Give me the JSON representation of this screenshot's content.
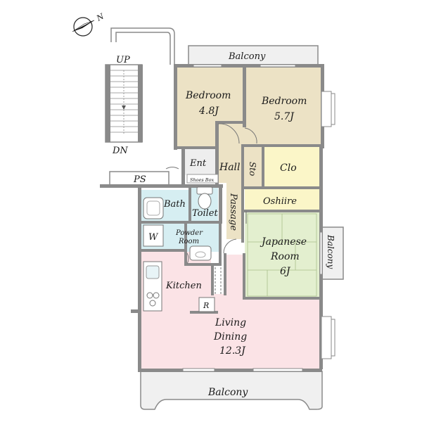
{
  "compass": {
    "north": "N"
  },
  "stairs": {
    "up": "UP",
    "down": "DN"
  },
  "balconies": {
    "top": "Balcony",
    "right": "Balcony",
    "bottom": "Balcony"
  },
  "rooms": {
    "bedroom_left": {
      "name": "Bedroom",
      "size": "4.8J"
    },
    "bedroom_right": {
      "name": "Bedroom",
      "size": "5.7J"
    },
    "entrance": "Ent",
    "hall": "Hall",
    "storage": "Sto",
    "closet": "Clo",
    "shoes_box": "Shoes Box",
    "ps": "PS",
    "bath": "Bath",
    "toilet": "Toilet",
    "passage": "Passage",
    "oshiire": "Oshiire",
    "washer": "W",
    "powder": {
      "line1": "Powder",
      "line2": "Room"
    },
    "japanese": {
      "line1": "Japanese",
      "line2": "Room",
      "size": "6J"
    },
    "kitchen": "Kitchen",
    "refrigerator": "R",
    "living": {
      "line1": "Living",
      "line2": "Dining",
      "size": "12.3J"
    }
  },
  "colors": {
    "bedroom": "#ece2c5",
    "closet": "#fbf6c8",
    "wet_area": "#d6eef2",
    "japanese": "#e3efcf",
    "living": "#fbe3e6",
    "corridor": "#ece2c5",
    "balcony": "#f0f0f0",
    "wall": "#8a8a8a"
  }
}
